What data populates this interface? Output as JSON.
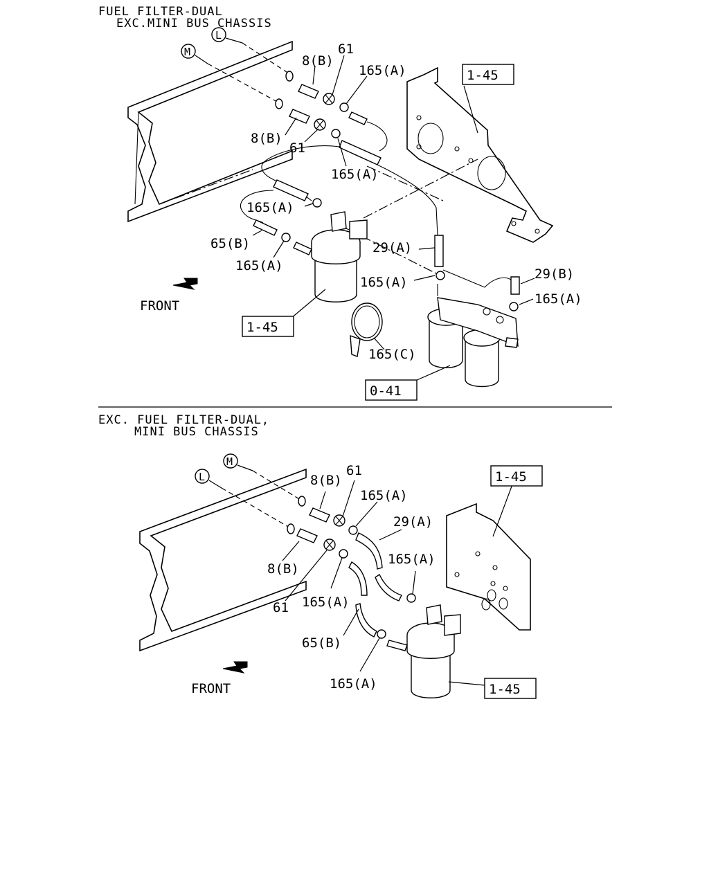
{
  "section1": {
    "title_line1": "FUEL FILTER-DUAL",
    "title_line2": "EXC.MINI BUS CHASSIS",
    "front": "FRONT",
    "circle_l": "L",
    "circle_m": "M",
    "labels": {
      "p8b_top": "8(B)",
      "p61_top": "61",
      "p165a_top": "165(A)",
      "p8b_mid": "8(B)",
      "p61_mid": "61",
      "p165a_mid": "165(A)",
      "p165a_left": "165(A)",
      "p65b": "65(B)",
      "p165a_low": "165(A)",
      "p29a": "29(A)",
      "p165a_center": "165(A)",
      "p29b": "29(B)",
      "p165a_right": "165(A)",
      "p165c": "165(C)"
    },
    "refs": {
      "bracket": "1-45",
      "filter": "1-45",
      "dual_filter": "0-41"
    }
  },
  "section2": {
    "title_line1": "EXC. FUEL FILTER-DUAL,",
    "title_line2": "MINI BUS CHASSIS",
    "front": "FRONT",
    "circle_l": "L",
    "circle_m": "M",
    "labels": {
      "p8b_top": "8(B)",
      "p61_top": "61",
      "p165a_top": "165(A)",
      "p29a": "29(A)",
      "p165a_right": "165(A)",
      "p8b_mid": "8(B)",
      "p61_low": "61",
      "p165a_mid": "165(A)",
      "p65b": "65(B)",
      "p165a_low": "165(A)"
    },
    "refs": {
      "bracket": "1-45",
      "filter": "1-45"
    }
  }
}
